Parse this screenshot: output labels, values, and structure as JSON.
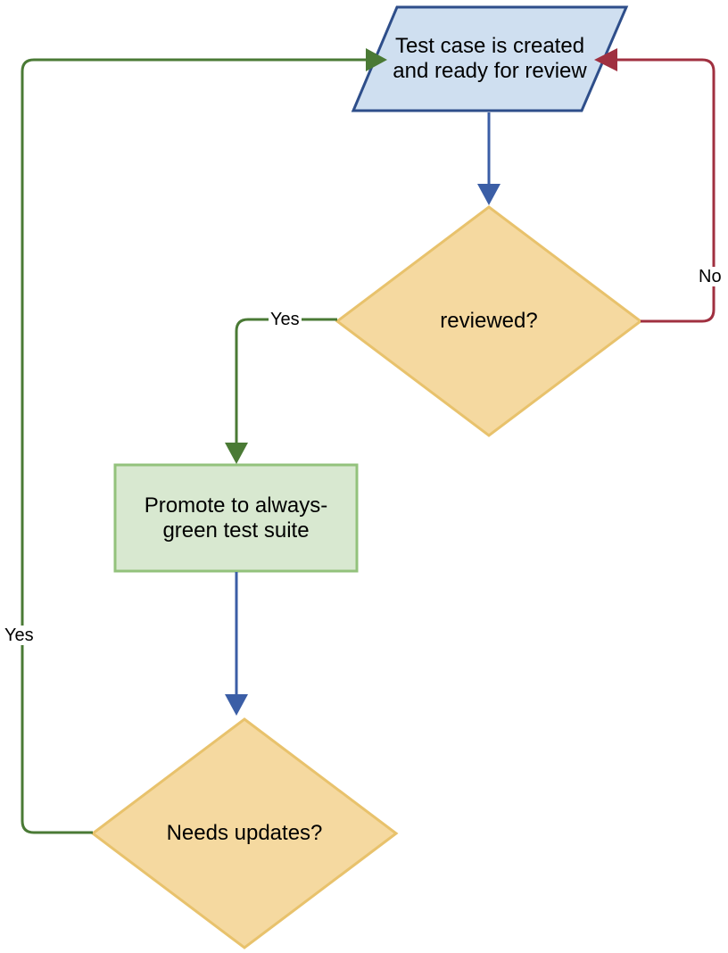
{
  "nodes": {
    "test_case": {
      "label": "Test case is created and ready for review"
    },
    "reviewed": {
      "label": "reviewed?"
    },
    "promote": {
      "label": "Promote to always-green test suite"
    },
    "needs_updates": {
      "label": "Needs updates?"
    }
  },
  "edges": {
    "reviewed_yes": {
      "label": "Yes"
    },
    "reviewed_no": {
      "label": "No"
    },
    "updates_yes": {
      "label": "Yes"
    }
  },
  "colors": {
    "process_fill": "#cfdff0",
    "process_stroke": "#2e4e8a",
    "decision_fill": "#f5d9a0",
    "decision_stroke": "#e8c26c",
    "action_fill": "#d8e8d0",
    "action_stroke": "#93c27c",
    "flow_blue": "#3b5ea6",
    "flow_green": "#4a7a35",
    "flow_red": "#a03040"
  }
}
